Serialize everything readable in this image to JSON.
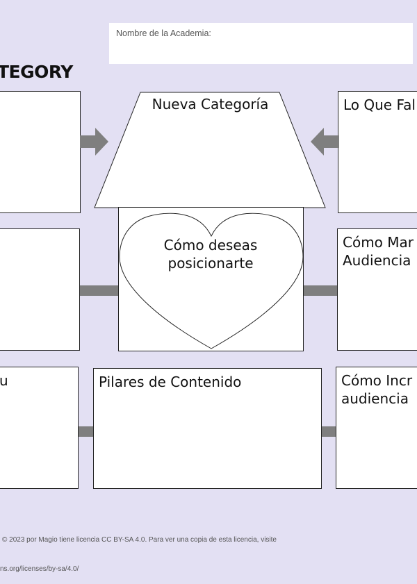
{
  "header": {
    "title_line1": "TEGORY",
    "title_line2": "IO",
    "academy_label": "Nombre de la Academia:"
  },
  "diagram": {
    "roof_label": "Nueva Categoría",
    "heart_line1": "Cómo deseas",
    "heart_line2": "posicionarte",
    "right_top_label": "Lo Que Fal",
    "right_mid_label": "Cómo Mar\nAudiencia",
    "left_bottom_label": "u",
    "bottom_center_label": "Pilares de Contenido",
    "right_bottom_label": "Cómo Incr\naudiencia"
  },
  "footer": {
    "license_line1": "© 2023 por Magio tiene licencia CC BY-SA 4.0. Para ver una copia de esta licencia, visite",
    "license_line2": "ns.org/licenses/by-sa/4.0/"
  },
  "colors": {
    "background": "#e3e0f3",
    "connector": "#7f7f7f",
    "box_fill": "#ffffff",
    "outline": "#222222"
  }
}
